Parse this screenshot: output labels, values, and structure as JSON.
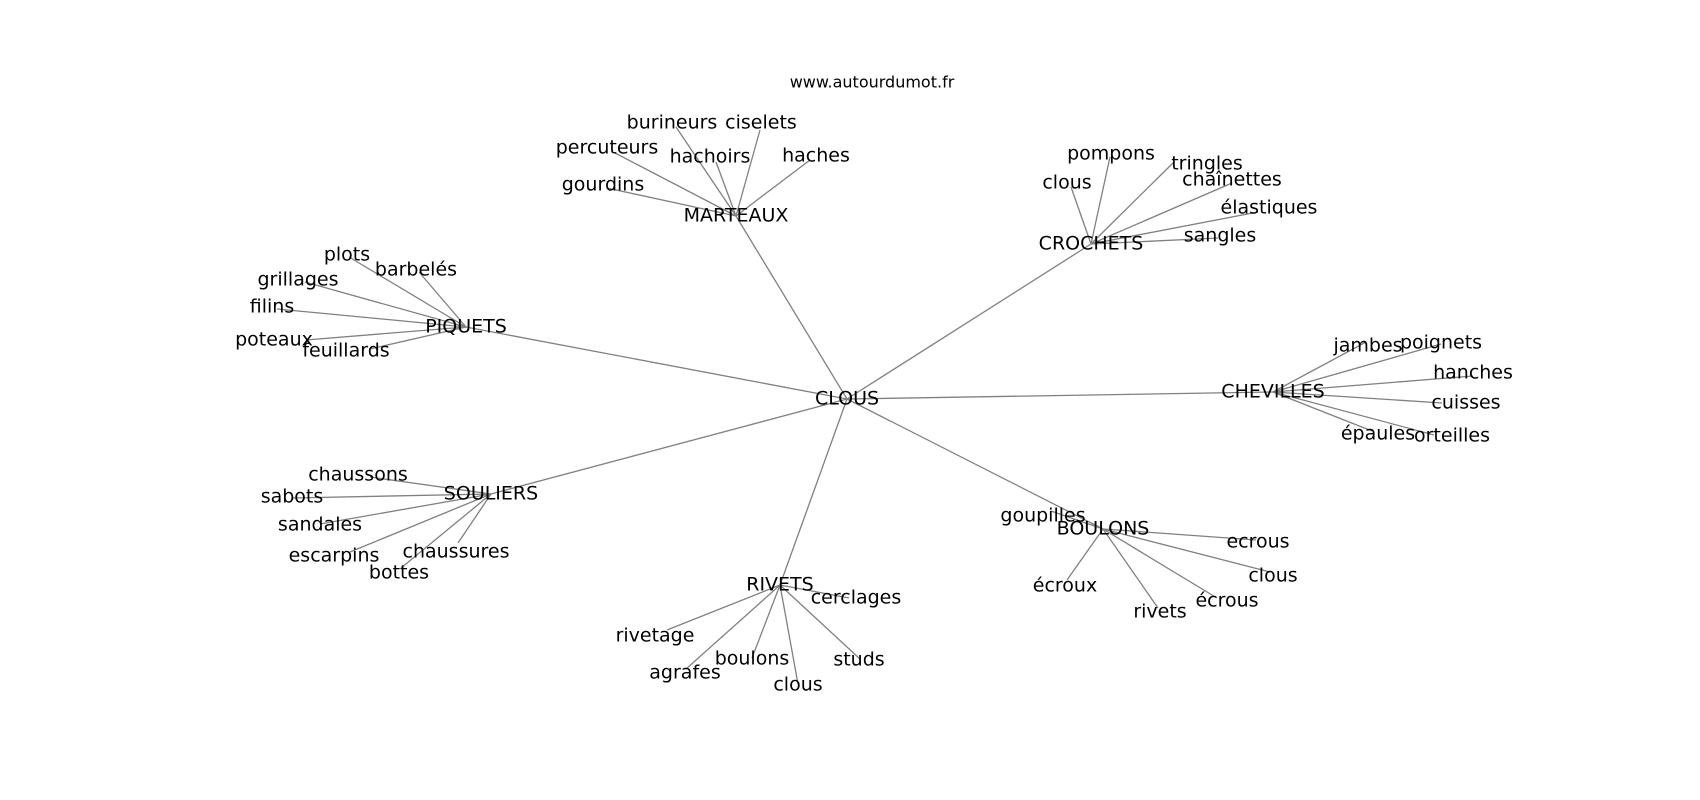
{
  "credit": "www.autourdumot.fr",
  "graph": {
    "root": "CLOUS",
    "clusters": [
      {
        "hub": "MARTEAUX",
        "leaves": [
          "burineurs",
          "ciselets",
          "percuteurs",
          "hachoirs",
          "haches",
          "gourdins"
        ]
      },
      {
        "hub": "CROCHETS",
        "leaves": [
          "pompons",
          "tringles",
          "clous",
          "chaînettes",
          "élastiques",
          "sangles"
        ]
      },
      {
        "hub": "PIQUETS",
        "leaves": [
          "plots",
          "barbelés",
          "grillages",
          "filins",
          "poteaux",
          "feuillards"
        ]
      },
      {
        "hub": "CHEVILLES",
        "leaves": [
          "jambes",
          "poignets",
          "hanches",
          "cuisses",
          "épaules",
          "orteilles"
        ]
      },
      {
        "hub": "SOULIERS",
        "leaves": [
          "chaussons",
          "sabots",
          "sandales",
          "escarpins",
          "chaussures",
          "bottes"
        ]
      },
      {
        "hub": "BOULONS",
        "leaves": [
          "goupilles",
          "ecrous",
          "clous",
          "écroux",
          "écrous",
          "rivets"
        ]
      },
      {
        "hub": "RIVETS",
        "leaves": [
          "cerclages",
          "rivetage",
          "boulons",
          "studs",
          "agrafes",
          "clous"
        ]
      }
    ]
  }
}
